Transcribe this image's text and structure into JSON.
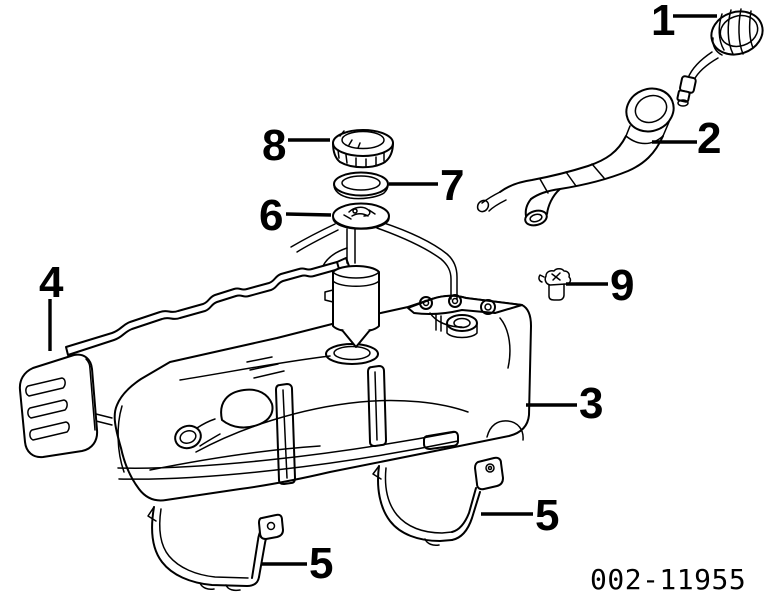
{
  "diagram": {
    "code": "002-11955",
    "callouts": [
      "1",
      "2",
      "3",
      "4",
      "5",
      "5",
      "6",
      "7",
      "8",
      "9"
    ]
  },
  "colors": {
    "line": "#000000",
    "background": "#ffffff"
  }
}
